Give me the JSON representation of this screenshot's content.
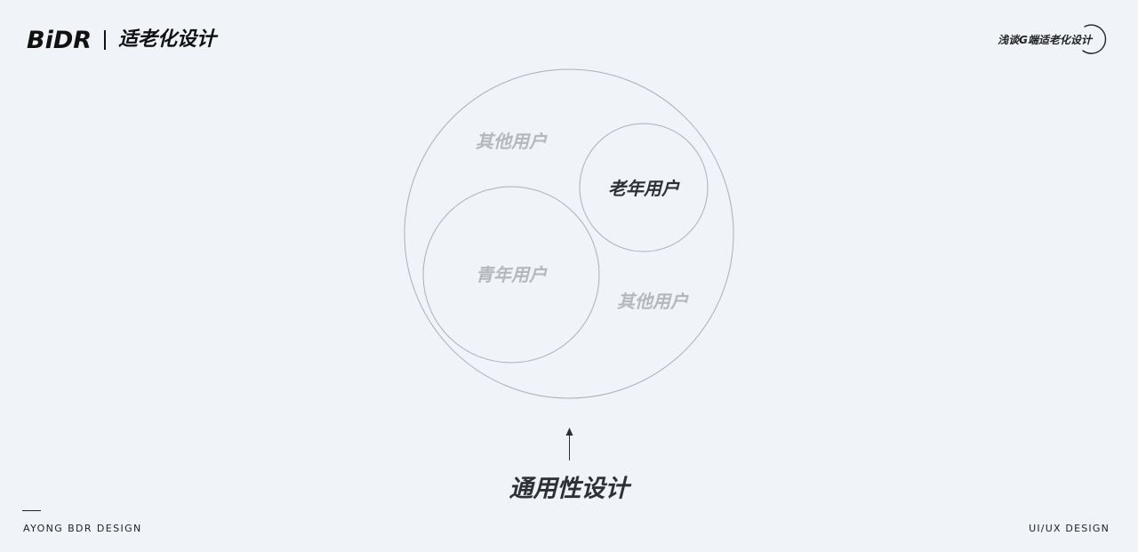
{
  "header": {
    "logo_text": "BiDR",
    "title": "适老化设计",
    "series_title": "浅谈G端适老化设计"
  },
  "diagram": {
    "outer_labels": [
      "其他用户",
      "其他用户"
    ],
    "young_label": "青年用户",
    "elderly_label": "老年用户",
    "caption": "通用性设计"
  },
  "footer": {
    "left": "AYONG BDR DESIGN",
    "right": "UI/UX DESIGN"
  },
  "colors": {
    "background": "#f0f3f8",
    "circle_stroke": "#aab0b8",
    "muted_text": "#b4b8bd",
    "dark_text": "#2d3035"
  }
}
